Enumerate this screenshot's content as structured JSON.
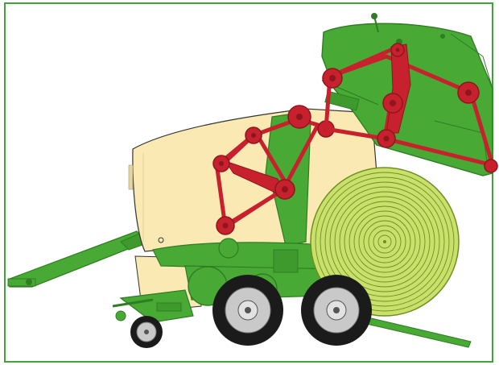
{
  "figure": {
    "kind": "baler-cross-section",
    "texts": [],
    "colors": {
      "frame_border": "#3fa33a",
      "machine_green": "#48aa35",
      "machine_green_dark": "#2f7d23",
      "body_cream": "#fbe9b3",
      "drive_red": "#c8212e",
      "drive_red_dark": "#8f1520",
      "bale_yellow": "#c9e06d",
      "bale_ring": "#6e8f1e",
      "tire_dark": "#1b1b1b",
      "rim_gray": "#c9c9c9",
      "outline": "#333333"
    },
    "icons": [
      "frame-border",
      "baler-body-cream",
      "tailgate-open",
      "drawbar",
      "tandem-wheels",
      "jockey-wheel",
      "belt-drive-front",
      "belt-drive-tailgate",
      "ejected-bale"
    ]
  }
}
